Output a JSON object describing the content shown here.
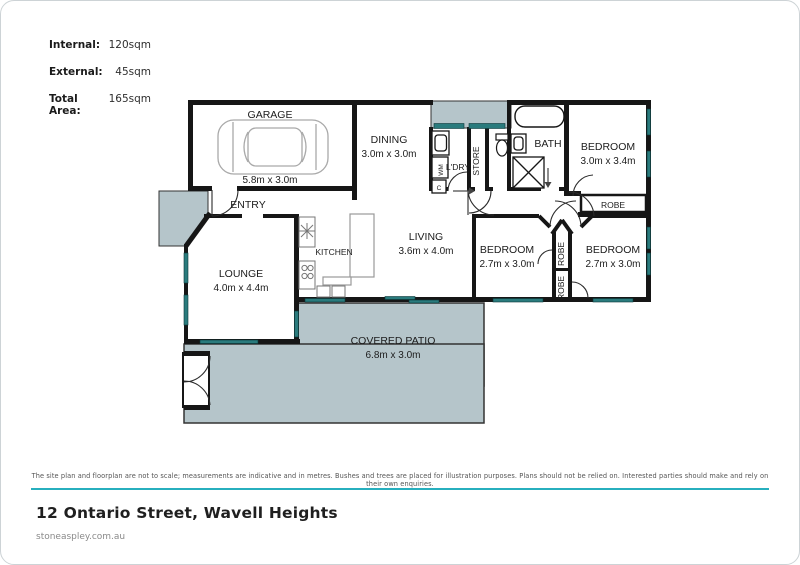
{
  "stats": [
    {
      "label": "Internal:",
      "value": "120sqm"
    },
    {
      "label": "External:",
      "value": "45sqm"
    },
    {
      "label": "Total Area:",
      "value": "165sqm"
    }
  ],
  "floorplan": {
    "rooms": {
      "garage": {
        "name": "GARAGE",
        "dims": "5.8m x 3.0m"
      },
      "dining": {
        "name": "DINING",
        "dims": "3.0m x 3.0m"
      },
      "laundry": {
        "name": "L'DRY"
      },
      "store": {
        "name": "STORE"
      },
      "bath": {
        "name": "BATH"
      },
      "bed1": {
        "name": "BEDROOM",
        "dims": "3.0m x 3.4m"
      },
      "robe1": {
        "name": "ROBE"
      },
      "entry": {
        "name": "ENTRY"
      },
      "lounge": {
        "name": "LOUNGE",
        "dims": "4.0m x 4.4m"
      },
      "kitchen": {
        "name": "KITCHEN"
      },
      "living": {
        "name": "LIVING",
        "dims": "3.6m x 4.0m"
      },
      "bed2": {
        "name": "BEDROOM",
        "dims": "2.7m x 3.0m"
      },
      "bed3": {
        "name": "BEDROOM",
        "dims": "2.7m x 3.0m"
      },
      "robe2": {
        "name": "ROBE"
      },
      "robe3": {
        "name": "ROBE"
      },
      "patio": {
        "name": "COVERED PATIO",
        "dims": "6.8m x 3.0m"
      }
    },
    "fixtures": {
      "washing_machine": "WM",
      "cupboard": "C"
    },
    "colors": {
      "wall": "#161616",
      "window": "#2a7b7d",
      "outdoor_fill": "#b5c5ca"
    }
  },
  "footer": {
    "disclaimer": "The site plan and floorplan are not to scale; measurements are indicative and in metres. Bushes and trees are placed for illustration purposes. Plans should not be relied on. Interested parties should make and rely on their own enquiries.",
    "address": "12 Ontario Street, Wavell Heights",
    "website": "stoneaspley.com.au",
    "accent_color": "#27afbe"
  }
}
